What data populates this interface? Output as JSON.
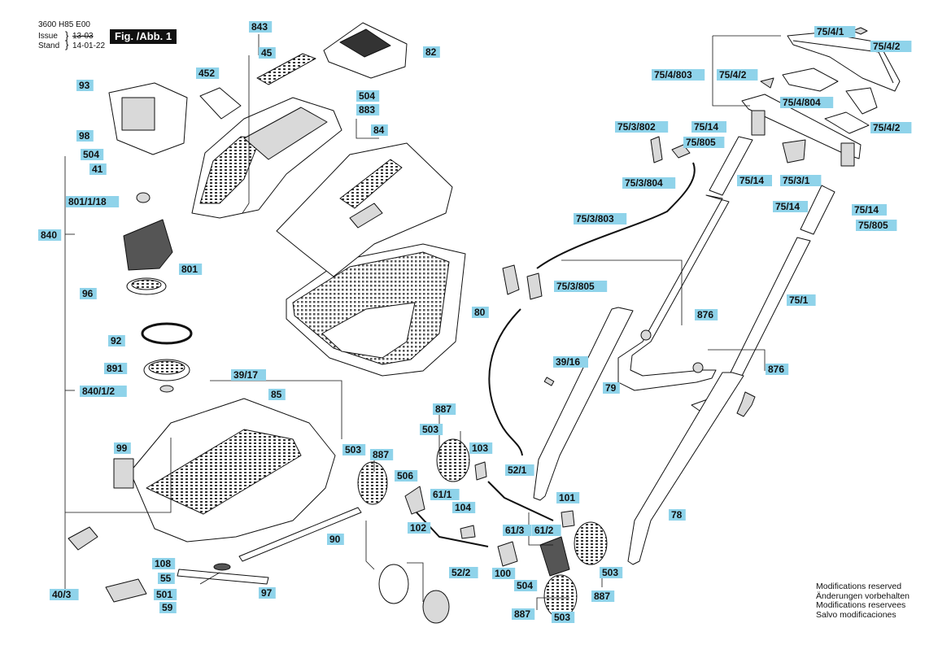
{
  "header": {
    "doc_number": "3600 H85 E00",
    "issue_label": "Issue",
    "issue_value": "13-03",
    "stand_label": "Stand",
    "stand_value": "14-01-22",
    "figure_label": "Fig. /Abb. 1"
  },
  "notes": [
    "Modifications reserved",
    "Änderungen vorbehalten",
    "Modifications reservees",
    "Salvo modificaciones"
  ],
  "colors": {
    "label_fill": "#8fd3ea",
    "line": "#111111",
    "part_fill": "#ffffff",
    "part_shade": "#d9d9d9",
    "part_dark": "#555555"
  },
  "part_labels": [
    {
      "id": "843",
      "text": "843"
    },
    {
      "id": "45",
      "text": "45"
    },
    {
      "id": "82",
      "text": "82"
    },
    {
      "id": "452",
      "text": "452"
    },
    {
      "id": "93",
      "text": "93"
    },
    {
      "id": "98",
      "text": "98"
    },
    {
      "id": "504a",
      "text": "504"
    },
    {
      "id": "41",
      "text": "41"
    },
    {
      "id": "801-1-18",
      "text": "801/1/18"
    },
    {
      "id": "840",
      "text": "840"
    },
    {
      "id": "801",
      "text": "801"
    },
    {
      "id": "96",
      "text": "96"
    },
    {
      "id": "92",
      "text": "92"
    },
    {
      "id": "891",
      "text": "891"
    },
    {
      "id": "840-1-2",
      "text": "840/1/2"
    },
    {
      "id": "504b",
      "text": "504"
    },
    {
      "id": "883",
      "text": "883"
    },
    {
      "id": "84",
      "text": "84"
    },
    {
      "id": "80",
      "text": "80"
    },
    {
      "id": "39-17",
      "text": "39/17"
    },
    {
      "id": "85",
      "text": "85"
    },
    {
      "id": "99",
      "text": "99"
    },
    {
      "id": "90",
      "text": "90"
    },
    {
      "id": "108",
      "text": "108"
    },
    {
      "id": "55",
      "text": "55"
    },
    {
      "id": "97",
      "text": "97"
    },
    {
      "id": "501",
      "text": "501"
    },
    {
      "id": "59",
      "text": "59"
    },
    {
      "id": "40-3",
      "text": "40/3"
    },
    {
      "id": "52-2",
      "text": "52/2"
    },
    {
      "id": "887a",
      "text": "887"
    },
    {
      "id": "503a",
      "text": "503"
    },
    {
      "id": "503b",
      "text": "503"
    },
    {
      "id": "887b",
      "text": "887"
    },
    {
      "id": "506",
      "text": "506"
    },
    {
      "id": "103",
      "text": "103"
    },
    {
      "id": "61-1",
      "text": "61/1"
    },
    {
      "id": "104",
      "text": "104"
    },
    {
      "id": "102",
      "text": "102"
    },
    {
      "id": "52-1",
      "text": "52/1"
    },
    {
      "id": "39-16",
      "text": "39/16"
    },
    {
      "id": "79",
      "text": "79"
    },
    {
      "id": "101",
      "text": "101"
    },
    {
      "id": "61-3",
      "text": "61/3"
    },
    {
      "id": "61-2",
      "text": "61/2"
    },
    {
      "id": "100",
      "text": "100"
    },
    {
      "id": "504c",
      "text": "504"
    },
    {
      "id": "503c",
      "text": "503"
    },
    {
      "id": "887c",
      "text": "887"
    },
    {
      "id": "887d",
      "text": "887"
    },
    {
      "id": "503d",
      "text": "503"
    },
    {
      "id": "75-3-802",
      "text": "75/3/802"
    },
    {
      "id": "75-3-804",
      "text": "75/3/804"
    },
    {
      "id": "75-3-803",
      "text": "75/3/803"
    },
    {
      "id": "75-3-805",
      "text": "75/3/805"
    },
    {
      "id": "876a",
      "text": "876"
    },
    {
      "id": "876b",
      "text": "876"
    },
    {
      "id": "75-1",
      "text": "75/1"
    },
    {
      "id": "78",
      "text": "78"
    },
    {
      "id": "75-4-1",
      "text": "75/4/1"
    },
    {
      "id": "75-4-2a",
      "text": "75/4/2"
    },
    {
      "id": "75-4-803",
      "text": "75/4/803"
    },
    {
      "id": "75-4-2b",
      "text": "75/4/2"
    },
    {
      "id": "75-4-804",
      "text": "75/4/804"
    },
    {
      "id": "75-4-2c",
      "text": "75/4/2"
    },
    {
      "id": "75-14a",
      "text": "75/14"
    },
    {
      "id": "75-805a",
      "text": "75/805"
    },
    {
      "id": "75-14b",
      "text": "75/14"
    },
    {
      "id": "75-3-1",
      "text": "75/3/1"
    },
    {
      "id": "75-14c",
      "text": "75/14"
    },
    {
      "id": "75-14d",
      "text": "75/14"
    },
    {
      "id": "75-805b",
      "text": "75/805"
    }
  ]
}
